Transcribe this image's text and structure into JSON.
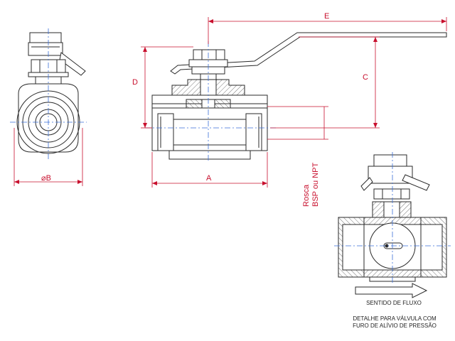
{
  "dimensions": {
    "dia_b": "B",
    "a": "A",
    "c": "C",
    "d": "D",
    "e": "E"
  },
  "thread_note": {
    "line1": "Rosca",
    "line2": "BSP ou NPT"
  },
  "flow_label": "SENTIDO DE FLUXO",
  "detail_caption": {
    "line1": "DETALHE PARA VÁLVULA COM",
    "line2": "FURO DE ALÍVIO DE PRESSÃO"
  },
  "colors": {
    "line": "#2a2a2a",
    "dimension": "#c8102e",
    "centerline": "#3a6fd8",
    "hatch": "#555555"
  }
}
